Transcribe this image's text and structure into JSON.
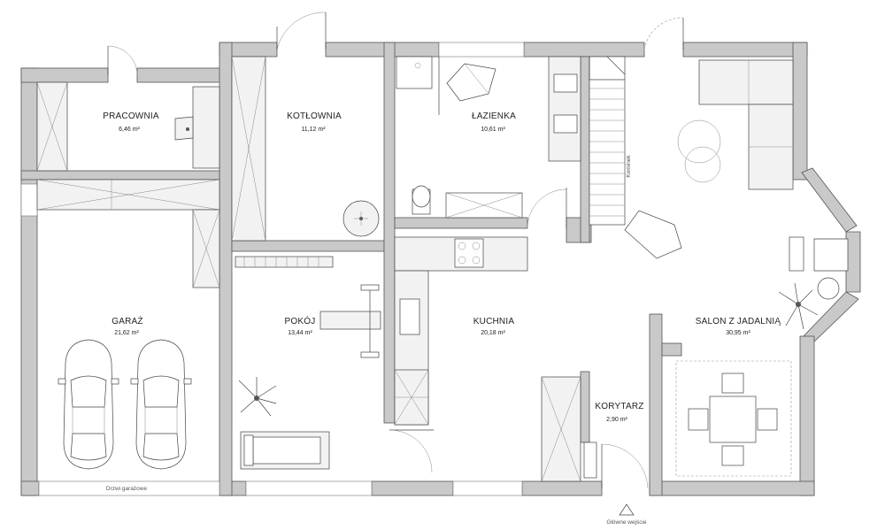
{
  "rooms": [
    {
      "name": "PRACOWNIA",
      "area": "6,46 m²"
    },
    {
      "name": "KOTŁOWNIA",
      "area": "11,12 m²"
    },
    {
      "name": "ŁAZIENKA",
      "area": "10,61 m²"
    },
    {
      "name": "GARAŻ",
      "area": "21,62 m²"
    },
    {
      "name": "POKÓJ",
      "area": "13,44 m²"
    },
    {
      "name": "KUCHNIA",
      "area": "20,18 m²"
    },
    {
      "name": "SALON Z JADALNIĄ",
      "area": "30,95 m²"
    },
    {
      "name": "KORYTARZ",
      "area": "2,90 m²"
    }
  ],
  "labels": {
    "garage_door": "Drzwi garażowe",
    "main_entrance": "Główne wejście",
    "fireplace": "Kominek"
  },
  "colors": {
    "wall": "#c9c9c9",
    "furniture": "#f2f2f2",
    "outline": "#444444"
  }
}
